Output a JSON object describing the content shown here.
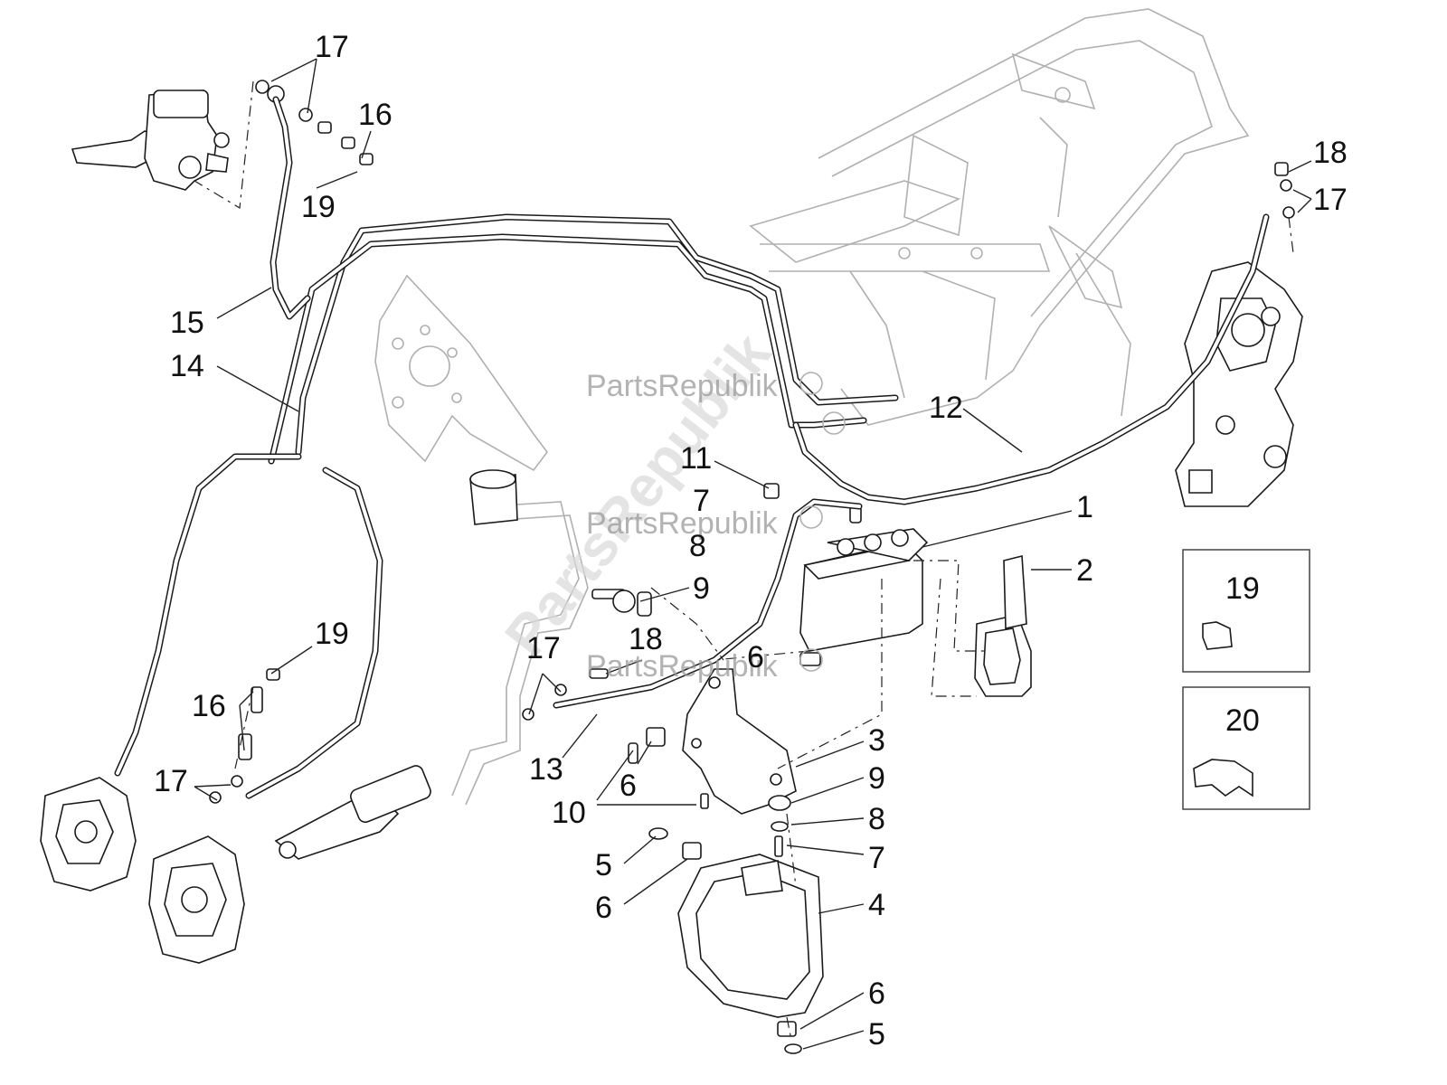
{
  "watermark": {
    "brand": "PartsRepublik",
    "diagonal": "PartsRepublik"
  },
  "callouts": {
    "c1": "1",
    "c2": "2",
    "c3": "3",
    "c4": "4",
    "c5a": "5",
    "c5b": "5",
    "c6a": "6",
    "c6b": "6",
    "c6c": "6",
    "c6d": "6",
    "c7a": "7",
    "c7b": "7",
    "c8a": "8",
    "c8b": "8",
    "c9a": "9",
    "c9b": "9",
    "c10": "10",
    "c11": "11",
    "c12": "12",
    "c13": "13",
    "c14": "14",
    "c15": "15",
    "c16a": "16",
    "c16b": "16",
    "c17a": "17",
    "c17b": "17",
    "c17c": "17",
    "c17d": "17",
    "c18a": "18",
    "c18b": "18",
    "c19a": "19",
    "c19b": "19",
    "c19c": "19",
    "c20": "20"
  },
  "colors": {
    "line": "#1a1a1a",
    "ghost_frame": "#b0b0b0",
    "watermark": "#9a9a9a"
  }
}
